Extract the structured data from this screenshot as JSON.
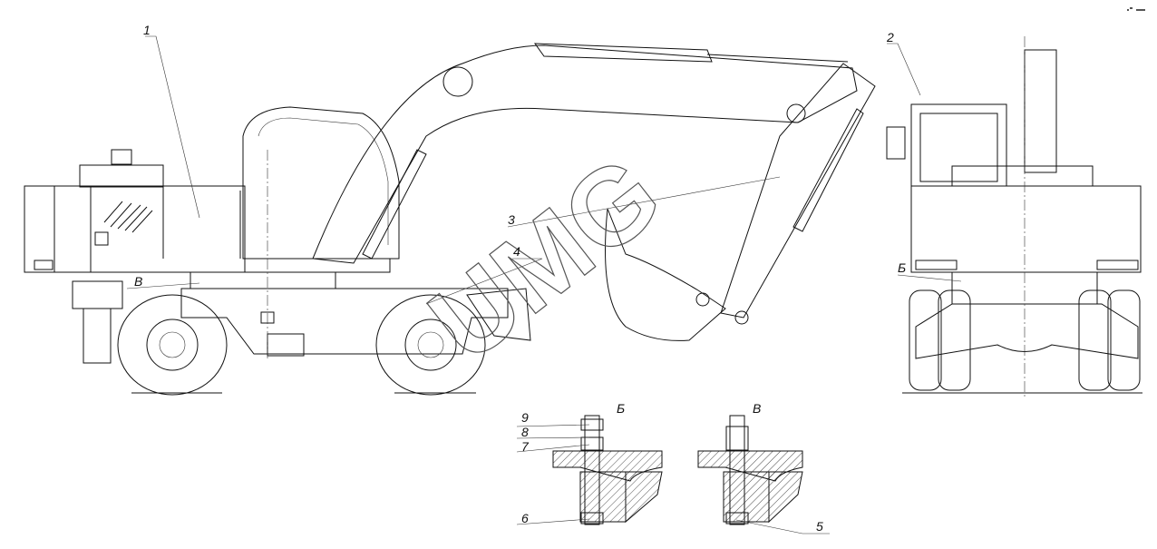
{
  "watermark": "UMG",
  "callouts": {
    "c1": "1",
    "c2": "2",
    "c3": "3",
    "c4": "4",
    "c5": "5",
    "c6": "6",
    "c7": "7",
    "c8": "8",
    "c9": "9",
    "v_side": "В",
    "b_rear": "Б"
  },
  "sections": {
    "b_title": "Б",
    "v_title": "В"
  }
}
